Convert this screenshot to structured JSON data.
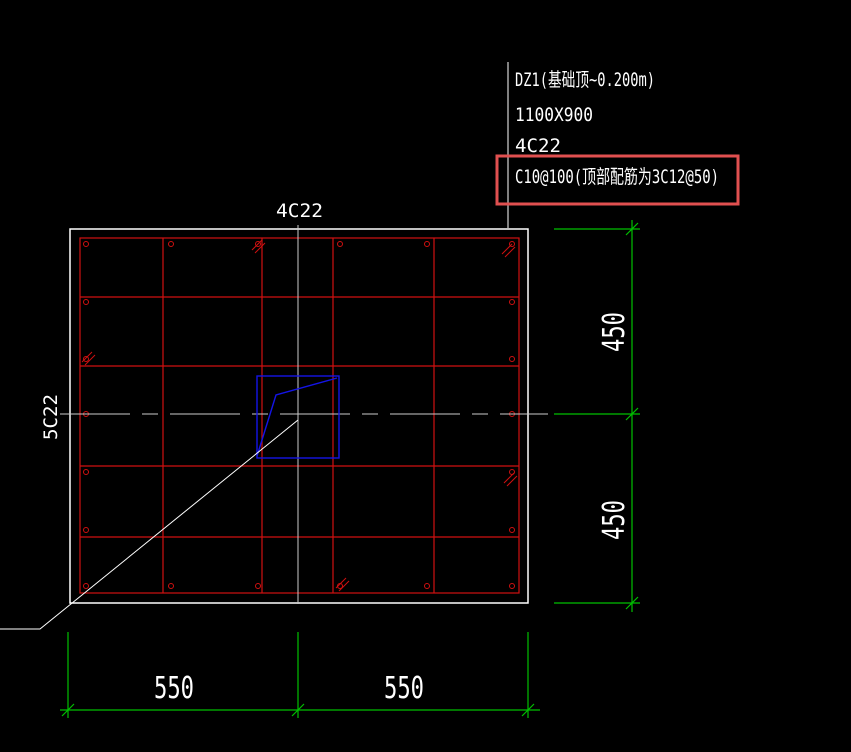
{
  "colors": {
    "background": "#000000",
    "outline": "#ffffff",
    "rebar": "#d01010",
    "dimension": "#00c000",
    "column": "#1414e6",
    "highlight": "#e05050",
    "text": "#ffffff"
  },
  "annotation": {
    "line1": "DZ1(基础顶~0.200m)",
    "line2": "1100X900",
    "line3": "4C22",
    "line4": "C10@100(顶部配筋为3C12@50)"
  },
  "labels": {
    "top_rebar": "4C22",
    "side_rebar": "5C22"
  },
  "dimensions": {
    "bottom_left": "550",
    "bottom_right": "550",
    "right_top": "450",
    "right_bottom": "450"
  }
}
